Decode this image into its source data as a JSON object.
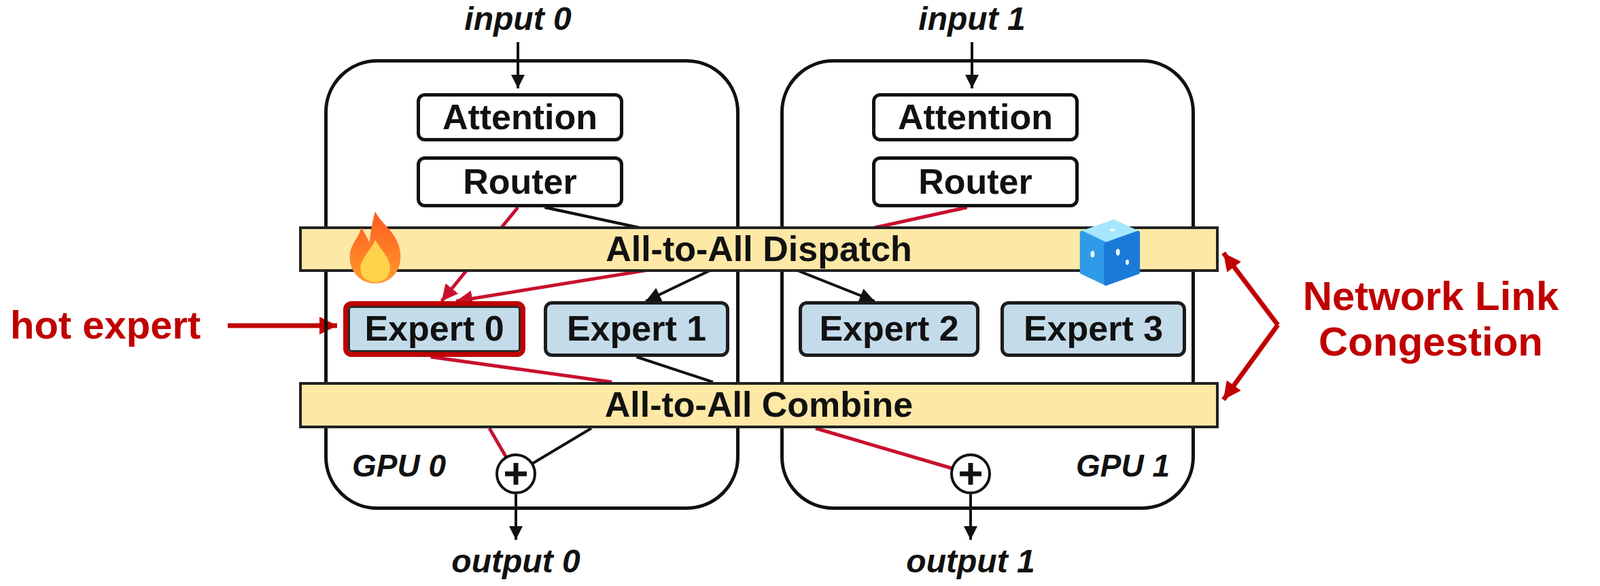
{
  "diagram": {
    "nodes": [
      {
        "text": [
          "GPU 0"
        ]
      },
      {
        "text": [
          "Attention"
        ],
        "in": 0
      },
      {
        "text": [
          "Router"
        ],
        "in": 0
      },
      {
        "text": [
          "GPU 1"
        ]
      },
      {
        "text": [
          "Attention"
        ],
        "in": 3
      },
      {
        "text": [
          "Router"
        ],
        "in": 3
      },
      {
        "text": [
          "All-to-All Dispatch"
        ]
      },
      {
        "text": [
          "Expert 0"
        ],
        "in": 0
      },
      {
        "text": [
          "Expert 1"
        ],
        "in": 0
      },
      {
        "text": [
          "Expert 2"
        ],
        "in": 3
      },
      {
        "text": [
          "Expert 3"
        ],
        "in": 3
      },
      {
        "text": [
          "All-to-All Combine"
        ]
      }
    ],
    "edges": [
      {
        "from": 2,
        "to": 7,
        "arrow": "to"
      },
      {
        "from": 2,
        "to": 8,
        "arrow": "to"
      },
      {
        "from": 2,
        "to": 9,
        "arrow": "to"
      },
      {
        "from": 5,
        "to": 7,
        "arrow": "to"
      },
      {
        "from": 7,
        "to": 11,
        "arrow": "none"
      },
      {
        "from": 8,
        "to": 11,
        "arrow": "none"
      }
    ],
    "labels": [
      "input 0",
      "input 1",
      "hot expert",
      "Network Link Congestion",
      "output 0",
      "output 1"
    ]
  }
}
